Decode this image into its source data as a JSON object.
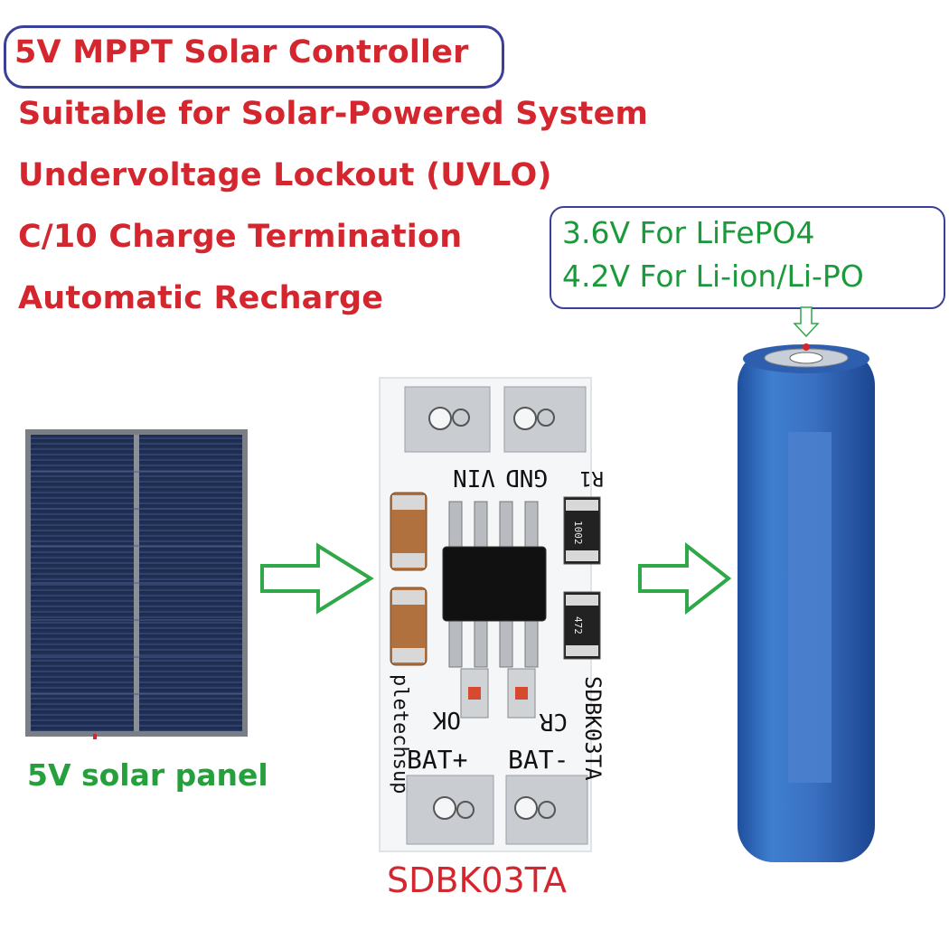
{
  "features": {
    "title": "5V MPPT Solar Controller",
    "item1": "Suitable for Solar-Powered System",
    "item2": "Undervoltage Lockout (UVLO)",
    "item3": "C/10 Charge Termination",
    "item4": "Automatic Recharge"
  },
  "battery_note": {
    "line1": "3.6V For LiFePO4",
    "line2": "4.2V For Li-ion/Li-PO"
  },
  "solar_panel": {
    "caption": "5V solar panel"
  },
  "board": {
    "caption": "SDBK03TA",
    "silkscreen": {
      "vin": "VIN",
      "gnd": "GND",
      "r1": "R1",
      "ok": "OK",
      "cr": "CR",
      "bat_plus": "BAT+",
      "bat_minus": "BAT-",
      "brand": "pletechsup",
      "model": "SDBK03TA",
      "res_top": "1002",
      "res_bottom": "472"
    }
  },
  "colors": {
    "feature_text": "#d4262e",
    "note_text": "#1a9a3a",
    "box_border": "#3a3f9a",
    "arrow": "#2fa84a",
    "battery": "#3a6fc0"
  },
  "icons": [
    "flow-arrow-icon",
    "down-arrow-icon"
  ]
}
